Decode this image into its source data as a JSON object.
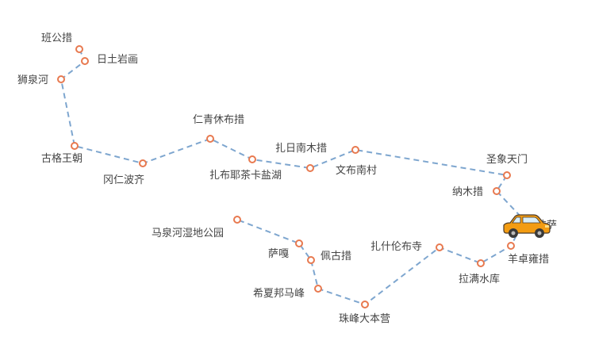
{
  "colors": {
    "route": "#7ea6cf",
    "stop": "#e8794f",
    "label": "#444444",
    "car": "#f39c12"
  },
  "icons": {
    "vehicle": "car-icon"
  },
  "stops": [
    {
      "name": "班公措"
    },
    {
      "name": "日土岩画"
    },
    {
      "name": "狮泉河"
    },
    {
      "name": "古格王朝"
    },
    {
      "name": "冈仁波齐"
    },
    {
      "name": "仁青休布措"
    },
    {
      "name": "扎布耶茶卡盐湖"
    },
    {
      "name": "扎日南木措"
    },
    {
      "name": "文布南村"
    },
    {
      "name": "圣象天门"
    },
    {
      "name": "纳木措"
    },
    {
      "name": "拉萨"
    },
    {
      "name": "羊卓雍措"
    },
    {
      "name": "拉满水库"
    },
    {
      "name": "扎什伦布寺"
    },
    {
      "name": "珠峰大本营"
    },
    {
      "name": "希夏邦马峰"
    },
    {
      "name": "佩古措"
    },
    {
      "name": "萨嘎"
    },
    {
      "name": "马泉河湿地公园"
    }
  ]
}
